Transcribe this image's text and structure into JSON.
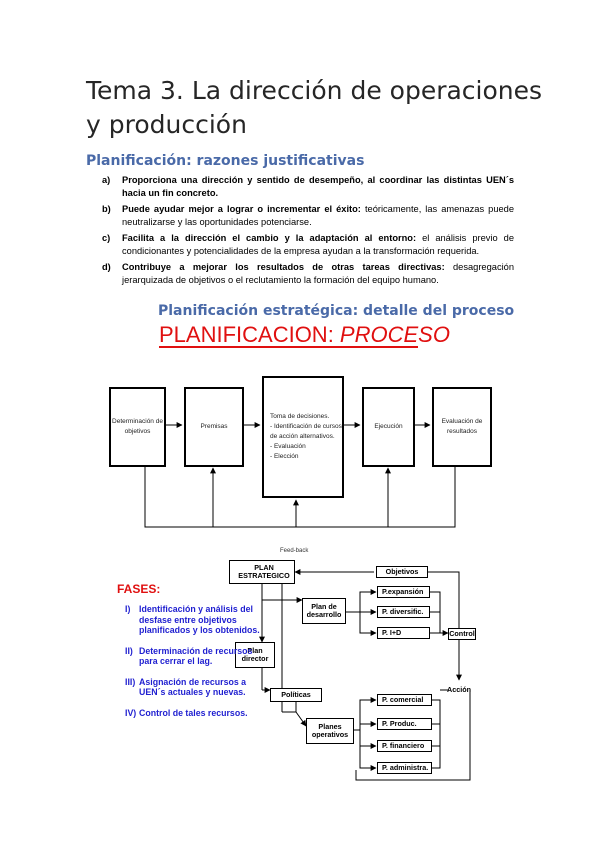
{
  "title": "Tema 3. La dirección de operaciones y producción",
  "section1": "Planificación: razones justificativas",
  "reasons": [
    {
      "marker": "a)",
      "bold": "Proporciona una dirección y sentido de desempeño, al coordinar las distintas UEN´s hacia un fin concreto.",
      "rest": ""
    },
    {
      "marker": "b)",
      "bold": "Puede ayudar mejor a lograr o incrementar el éxito:",
      "rest": " teóricamente, las amenazas puede neutralizarse y las oportunidades potenciarse."
    },
    {
      "marker": "c)",
      "bold": "Facilita a la dirección el cambio y la adaptación al entorno:",
      "rest": " el análisis previo de condicionantes y potencialidades de la empresa ayudan a la transformación requerida."
    },
    {
      "marker": "d)",
      "bold": "Contribuye a mejorar los resultados de otras tareas directivas:",
      "rest": " desagregación jerarquizada de objetivos o el reclutamiento la formación del equipo humano."
    }
  ],
  "section2": "Planificación estratégica: detalle del proceso",
  "process": {
    "heading_main": "PLANIFICACION: ",
    "heading_em": "PROCESO",
    "boxes": [
      "Determinación de objetivos",
      "Premisas",
      "Ejecución",
      "Evaluación de resultados"
    ],
    "decision_title": "Toma de decisiones.",
    "decision_items": [
      "- Identificación de cursos de acción alternativos.",
      "- Evaluación",
      "- Elección"
    ]
  },
  "diagram": {
    "feedback": "Feed-back",
    "plan_estrategico": "PLAN ESTRATEGICO",
    "objetivos": "Objetivos",
    "plan_desarrollo": "Plan de desarrollo",
    "desarrollo_items": [
      "P.expansión",
      "P. diversific.",
      "P. I+D"
    ],
    "control": "Control",
    "plan_director": "Plan director",
    "politicas": "Políticas",
    "accion": "Acción",
    "planes_operativos": "Planes operativos",
    "operativos_items": [
      "P. comercial",
      "P. Produc.",
      "P. financiero",
      "P. administra."
    ],
    "fases_title": "FASES:",
    "fases": [
      {
        "num": "I)",
        "text": "Identificación y análisis del desfase entre objetivos planificados y los obtenidos."
      },
      {
        "num": "II)",
        "text": "Determinación de recursos para cerrar el lag."
      },
      {
        "num": "III)",
        "text": "Asignación de recursos a UEN´s actuales y nuevas."
      },
      {
        "num": "IV)",
        "text": "Control de tales recursos."
      }
    ]
  }
}
